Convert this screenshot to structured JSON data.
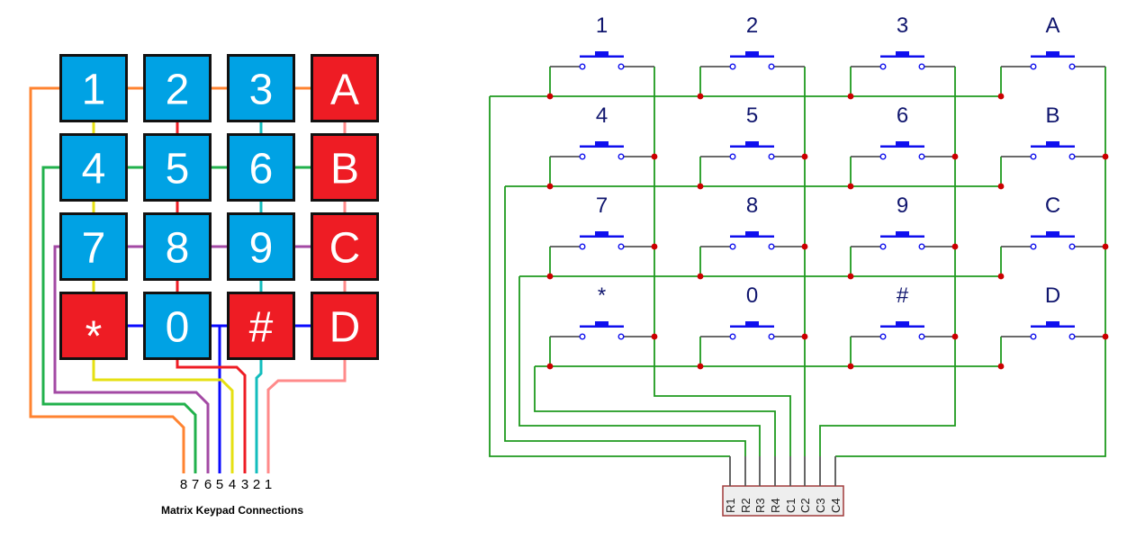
{
  "keypad": {
    "caption": "Matrix Keypad Connections",
    "rows": [
      [
        {
          "label": "1",
          "type": "digit"
        },
        {
          "label": "2",
          "type": "digit"
        },
        {
          "label": "3",
          "type": "digit"
        },
        {
          "label": "A",
          "type": "letter"
        }
      ],
      [
        {
          "label": "4",
          "type": "digit"
        },
        {
          "label": "5",
          "type": "digit"
        },
        {
          "label": "6",
          "type": "digit"
        },
        {
          "label": "B",
          "type": "letter"
        }
      ],
      [
        {
          "label": "7",
          "type": "digit"
        },
        {
          "label": "8",
          "type": "digit"
        },
        {
          "label": "9",
          "type": "digit"
        },
        {
          "label": "C",
          "type": "letter"
        }
      ],
      [
        {
          "label": "*",
          "type": "letter"
        },
        {
          "label": "0",
          "type": "digit"
        },
        {
          "label": "#",
          "type": "letter"
        },
        {
          "label": "D",
          "type": "letter"
        }
      ]
    ],
    "pins": [
      "8",
      "7",
      "6",
      "5",
      "4",
      "3",
      "2",
      "1"
    ],
    "colors": {
      "digit_key": "#00a2e4",
      "letter_key": "#ee1c24",
      "key_border": "#111111",
      "row1_wire": "#ff8330",
      "row2_wire": "#22b14c",
      "row3_wire": "#a349a4",
      "row4_wire": "#0a0aff",
      "col1_wire": "#e6e012",
      "col2_wire": "#ee1c24",
      "col3_wire": "#12bdbd",
      "col4_wire": "#ff8a8a"
    }
  },
  "schematic": {
    "switches": [
      [
        "1",
        "2",
        "3",
        "A"
      ],
      [
        "4",
        "5",
        "6",
        "B"
      ],
      [
        "7",
        "8",
        "9",
        "C"
      ],
      [
        "*",
        "0",
        "#",
        "D"
      ]
    ],
    "connector_pins": [
      "R1",
      "R2",
      "R3",
      "R4",
      "C1",
      "C2",
      "C3",
      "C4"
    ],
    "colors": {
      "wire": "#1e9a1e",
      "lead": "#555555",
      "switch": "#1010ee",
      "junction": "#cc0000",
      "label": "#10166e",
      "connector_border": "#a03a3a",
      "connector_fill": "#eeeeee"
    }
  }
}
